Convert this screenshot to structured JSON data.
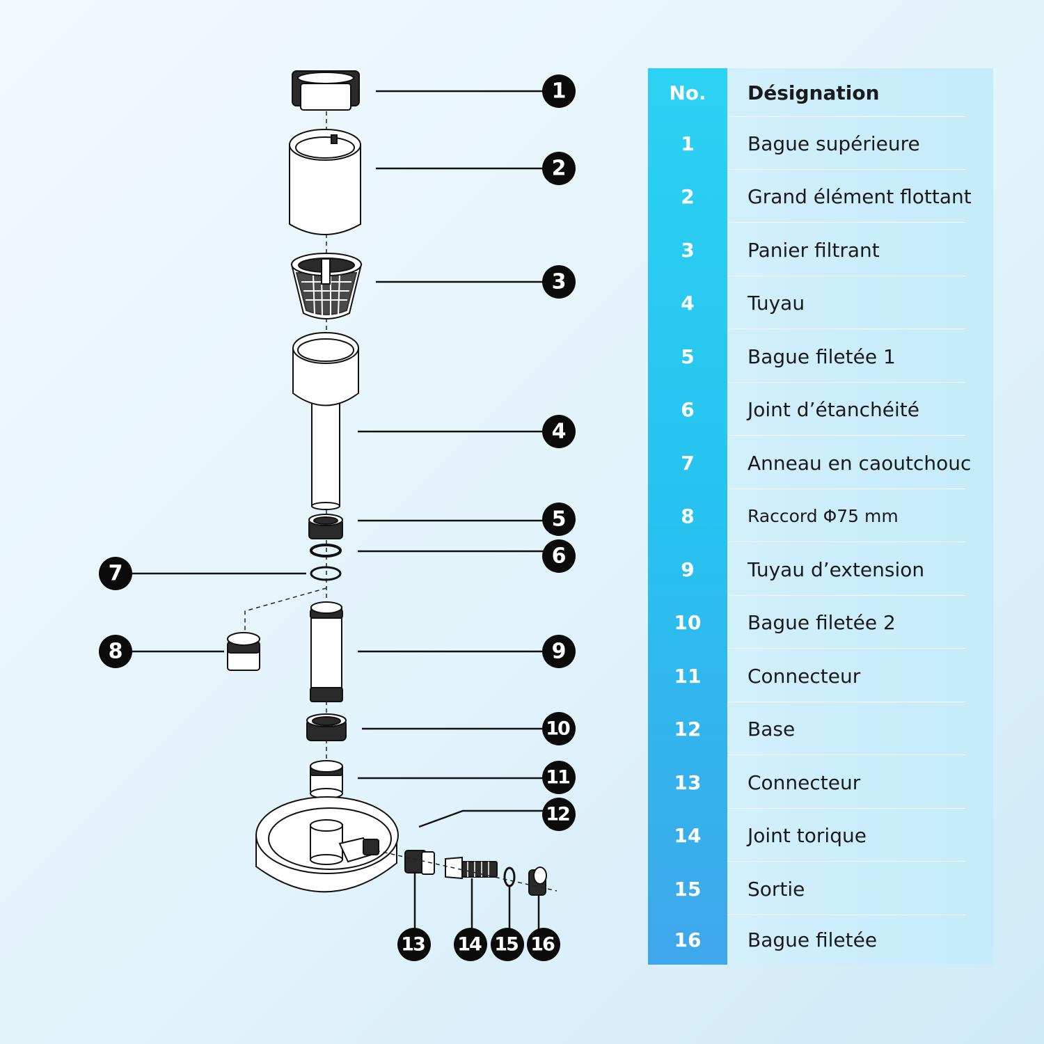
{
  "table": {
    "header": {
      "number": "No.",
      "designation": "Désignation"
    },
    "rows": [
      {
        "number": "1",
        "name": "Bague supérieure"
      },
      {
        "number": "2",
        "name": "Grand élément flottant"
      },
      {
        "number": "3",
        "name": "Panier filtrant"
      },
      {
        "number": "4",
        "name": "Tuyau"
      },
      {
        "number": "5",
        "name": "Bague filetée 1"
      },
      {
        "number": "6",
        "name": "Joint d’étanchéité"
      },
      {
        "number": "7",
        "name": "Anneau en caoutchouc"
      },
      {
        "number": "8",
        "name": "Raccord Φ75 mm"
      },
      {
        "number": "9",
        "name": "Tuyau d’extension"
      },
      {
        "number": "10",
        "name": "Bague filetée 2"
      },
      {
        "number": "11",
        "name": "Connecteur"
      },
      {
        "number": "12",
        "name": "Base"
      },
      {
        "number": "13",
        "name": "Connecteur"
      },
      {
        "number": "14",
        "name": "Joint torique"
      },
      {
        "number": "15",
        "name": "Sortie"
      },
      {
        "number": "16",
        "name": "Bague filetée"
      }
    ]
  },
  "callouts": [
    "1",
    "2",
    "3",
    "4",
    "5",
    "6",
    "7",
    "8",
    "9",
    "10",
    "11",
    "12",
    "13",
    "14",
    "15",
    "16"
  ],
  "colors": {
    "number_column": "#27c2ef",
    "table_background": "#c4ebfa",
    "badge": "#0b0b0b"
  }
}
